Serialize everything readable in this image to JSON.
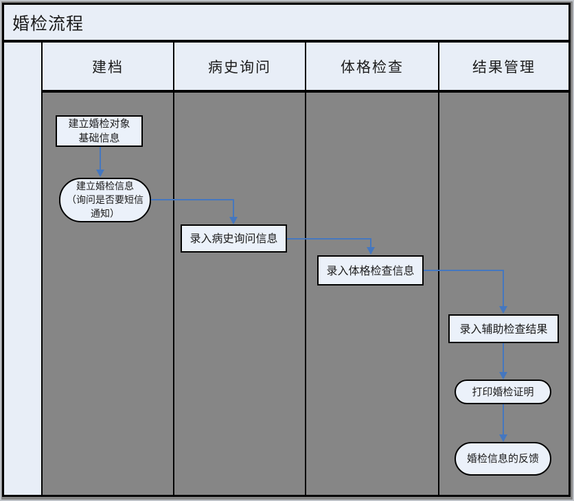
{
  "title": "婚检流程",
  "lanes": [
    {
      "label": "建档"
    },
    {
      "label": "病史询问"
    },
    {
      "label": "体格检查"
    },
    {
      "label": "结果管理"
    }
  ],
  "nodes": {
    "create_base_info": {
      "label": "建立婚检对象\n基础信息",
      "shape": "rectangle",
      "lane": "建档"
    },
    "create_marriage_info": {
      "label": "建立婚检信息\n（询问是否要短信\n通知）",
      "shape": "ellipse",
      "lane": "建档"
    },
    "enter_history": {
      "label": "录入病史询问信息",
      "shape": "rectangle",
      "lane": "病史询问"
    },
    "enter_physical": {
      "label": "录入体格检查信息",
      "shape": "rectangle",
      "lane": "体格检查"
    },
    "enter_auxiliary": {
      "label": "录入辅助检查结果",
      "shape": "rectangle",
      "lane": "结果管理"
    },
    "print_certificate": {
      "label": "打印婚检证明",
      "shape": "rounded",
      "lane": "结果管理"
    },
    "feedback": {
      "label": "婚检信息的反馈",
      "shape": "rounded",
      "lane": "结果管理"
    }
  },
  "colors": {
    "background_gray": "#868686",
    "panel_light": "#e8eef7",
    "node_fill": "#ebf1fa",
    "border_black": "#000000",
    "arrow_blue": "#4577bf",
    "edge_frame": "#bdc1c6"
  }
}
